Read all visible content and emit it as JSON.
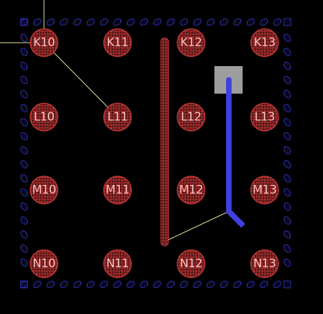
{
  "view": {
    "background_color": "#000000",
    "pad_color": "#c03838",
    "trace_color": "#4040e0",
    "ratsnest_color": "#e8e8a0",
    "keepout_color": "#3030b0"
  },
  "pads": [
    {
      "label": "K10"
    },
    {
      "label": "K11"
    },
    {
      "label": "K12"
    },
    {
      "label": "K13"
    },
    {
      "label": "L10"
    },
    {
      "label": "L11"
    },
    {
      "label": "L12"
    },
    {
      "label": "L13"
    },
    {
      "label": "M10"
    },
    {
      "label": "M11"
    },
    {
      "label": "M12"
    },
    {
      "label": "M13"
    },
    {
      "label": "N10"
    },
    {
      "label": "N11"
    },
    {
      "label": "N12"
    },
    {
      "label": "N13"
    }
  ]
}
